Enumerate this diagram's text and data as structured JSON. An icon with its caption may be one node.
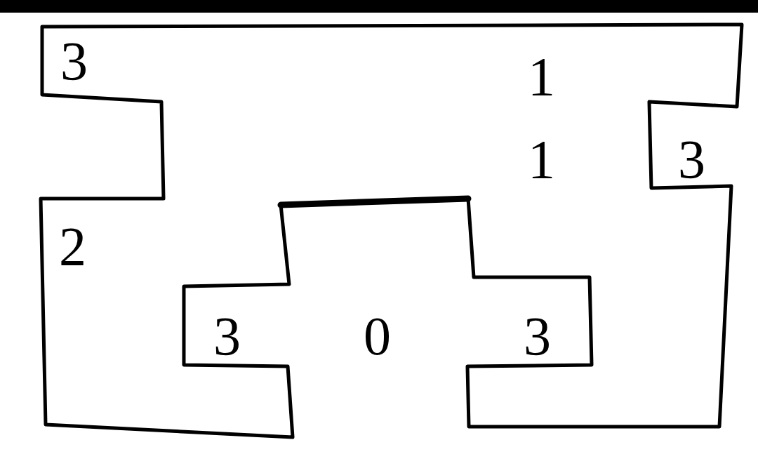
{
  "diagram": {
    "labels": [
      "3",
      "1",
      "1",
      "3",
      "2",
      "3",
      "0",
      "3"
    ]
  }
}
